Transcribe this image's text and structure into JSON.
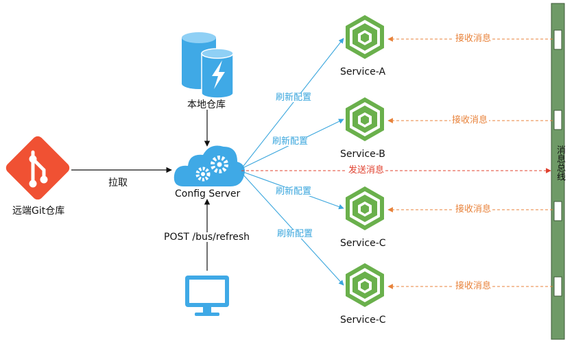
{
  "nodes": {
    "git": {
      "label": "远端Git仓库"
    },
    "local": {
      "label": "本地仓库"
    },
    "config": {
      "label": "Config Server"
    },
    "client_request": {
      "label": "POST /bus/refresh"
    },
    "services": [
      {
        "label": "Service-A"
      },
      {
        "label": "Service-B"
      },
      {
        "label": "Service-C"
      },
      {
        "label": "Service-C"
      }
    ]
  },
  "edges": {
    "pull_label": "拉取",
    "refresh_labels": [
      "刷新配置",
      "刷新配置",
      "刷新配置",
      "刷新配置"
    ],
    "receive_labels": [
      "接收消息",
      "接收消息",
      "接收消息",
      "接收消息"
    ],
    "send_label": "发送消息"
  },
  "bus": {
    "label": "消息总线"
  },
  "colors": {
    "git": "#f05133",
    "database": "#3fa9e6",
    "cloud": "#3fa9e6",
    "service": "#6ab04c",
    "refresh": "#3aa6dd",
    "receive": "#e8823a",
    "send": "#e0402e",
    "bus": "#6f9a67"
  }
}
